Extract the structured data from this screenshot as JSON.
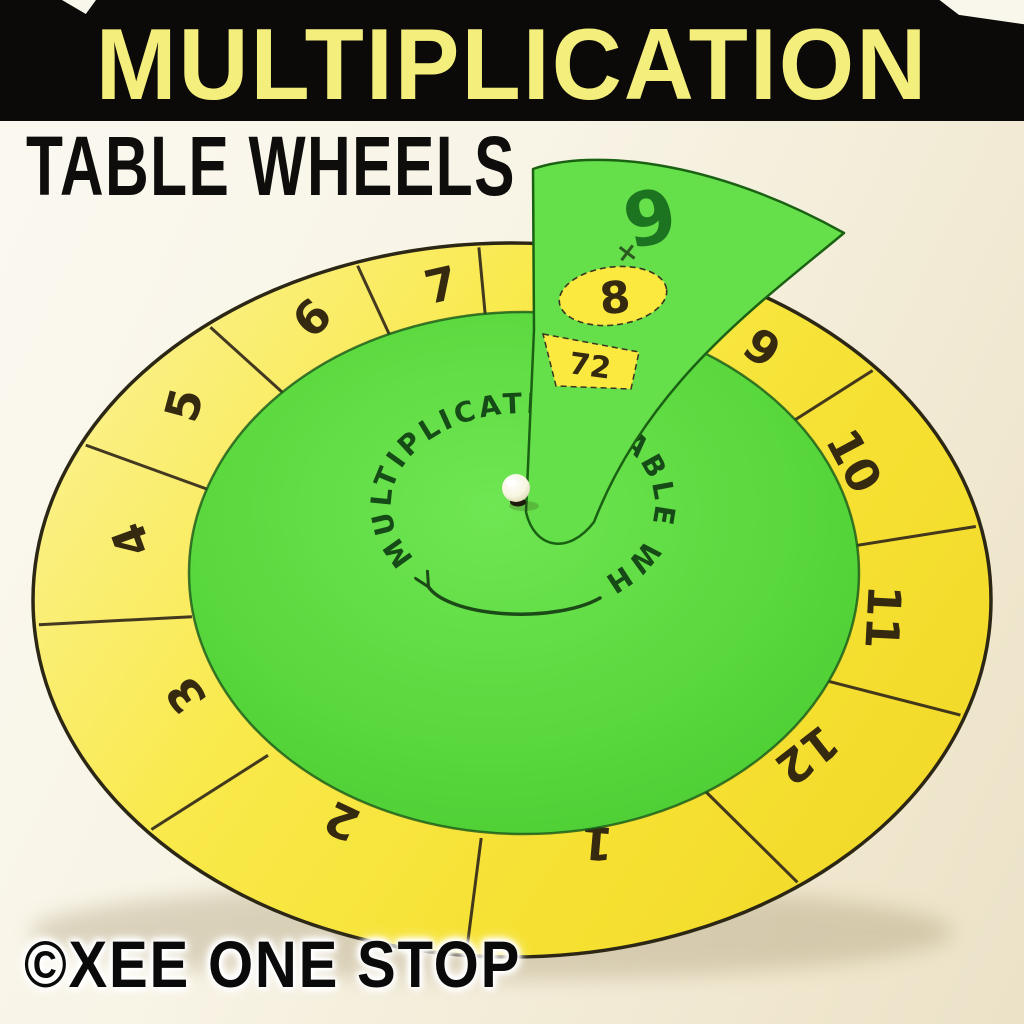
{
  "header": {
    "title": "MULTIPLICATION",
    "subtitle": "TABLE WHEELS"
  },
  "watermark": "©XEE ONE STOP",
  "wheel": {
    "center_label": "MULTIPLICATION TABLE WHEEL",
    "numbers": [
      "1",
      "2",
      "3",
      "4",
      "5",
      "6",
      "7",
      "8",
      "9",
      "10",
      "11",
      "12"
    ],
    "flap": {
      "table_number": "9",
      "times_symbol": "×",
      "window_number": "8",
      "answer": "72"
    },
    "icons": {
      "rotate_arrow": "counterclockwise-rotation-arrow",
      "pin": "pearl-brad-pin"
    }
  },
  "colors": {
    "banner_bg": "#0b0a08",
    "banner_text": "#f4ee7d",
    "subtitle_text": "#0e0d0b",
    "watermark_text": "#0a0a0a",
    "background": "#f3edda",
    "wheel_yellow": "#f7e53c",
    "wheel_yellow_light": "#fbf183",
    "wheel_outline": "#33291a",
    "disc_green": "#57d93c",
    "flap_green": "#65e04a",
    "table_number_green": "#1d7420",
    "center_text_green": "#164a17",
    "window_yellow": "#fce93f",
    "number_dark": "#352a10",
    "pin_pearl": "#fdfcee"
  }
}
